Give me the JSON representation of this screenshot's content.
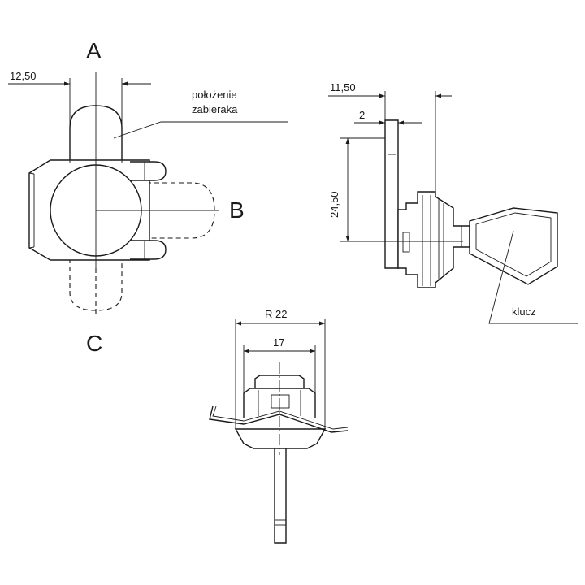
{
  "views": {
    "front": {
      "position_a": "A",
      "position_b": "B",
      "position_c": "C",
      "dim_width": "12,50",
      "cam_position_label_line1": "położenie",
      "cam_position_label_line2": "zabieraka"
    },
    "side": {
      "dim_overall": "11,50",
      "dim_plate": "2",
      "dim_height": "24,50",
      "key_label": "klucz"
    },
    "bottom": {
      "dim_radius": "R 22",
      "dim_width": "17"
    }
  },
  "colors": {
    "line": "#1a1a1a",
    "background": "#ffffff"
  }
}
